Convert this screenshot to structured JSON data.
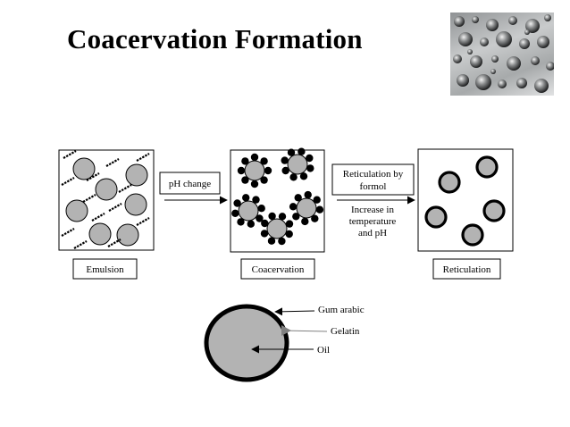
{
  "title": "Coacervation Formation",
  "steps": {
    "emulsion": "Emulsion",
    "coacervation": "Coacervation",
    "reticulation": "Reticulation"
  },
  "arrows": {
    "ph_change": "pH change",
    "reticulation_by": "Reticulation by",
    "formol": "formol",
    "increase_in": "Increase in",
    "temperature": "temperature",
    "and_ph": "and pH"
  },
  "capsule_labels": {
    "gum_arabic": "Gum arabic",
    "gelatin": "Gelatin",
    "oil": "Oil"
  },
  "colors": {
    "oil": "#b3b3b3",
    "gum_arabic": "#000000",
    "gelatin": "#808080"
  }
}
